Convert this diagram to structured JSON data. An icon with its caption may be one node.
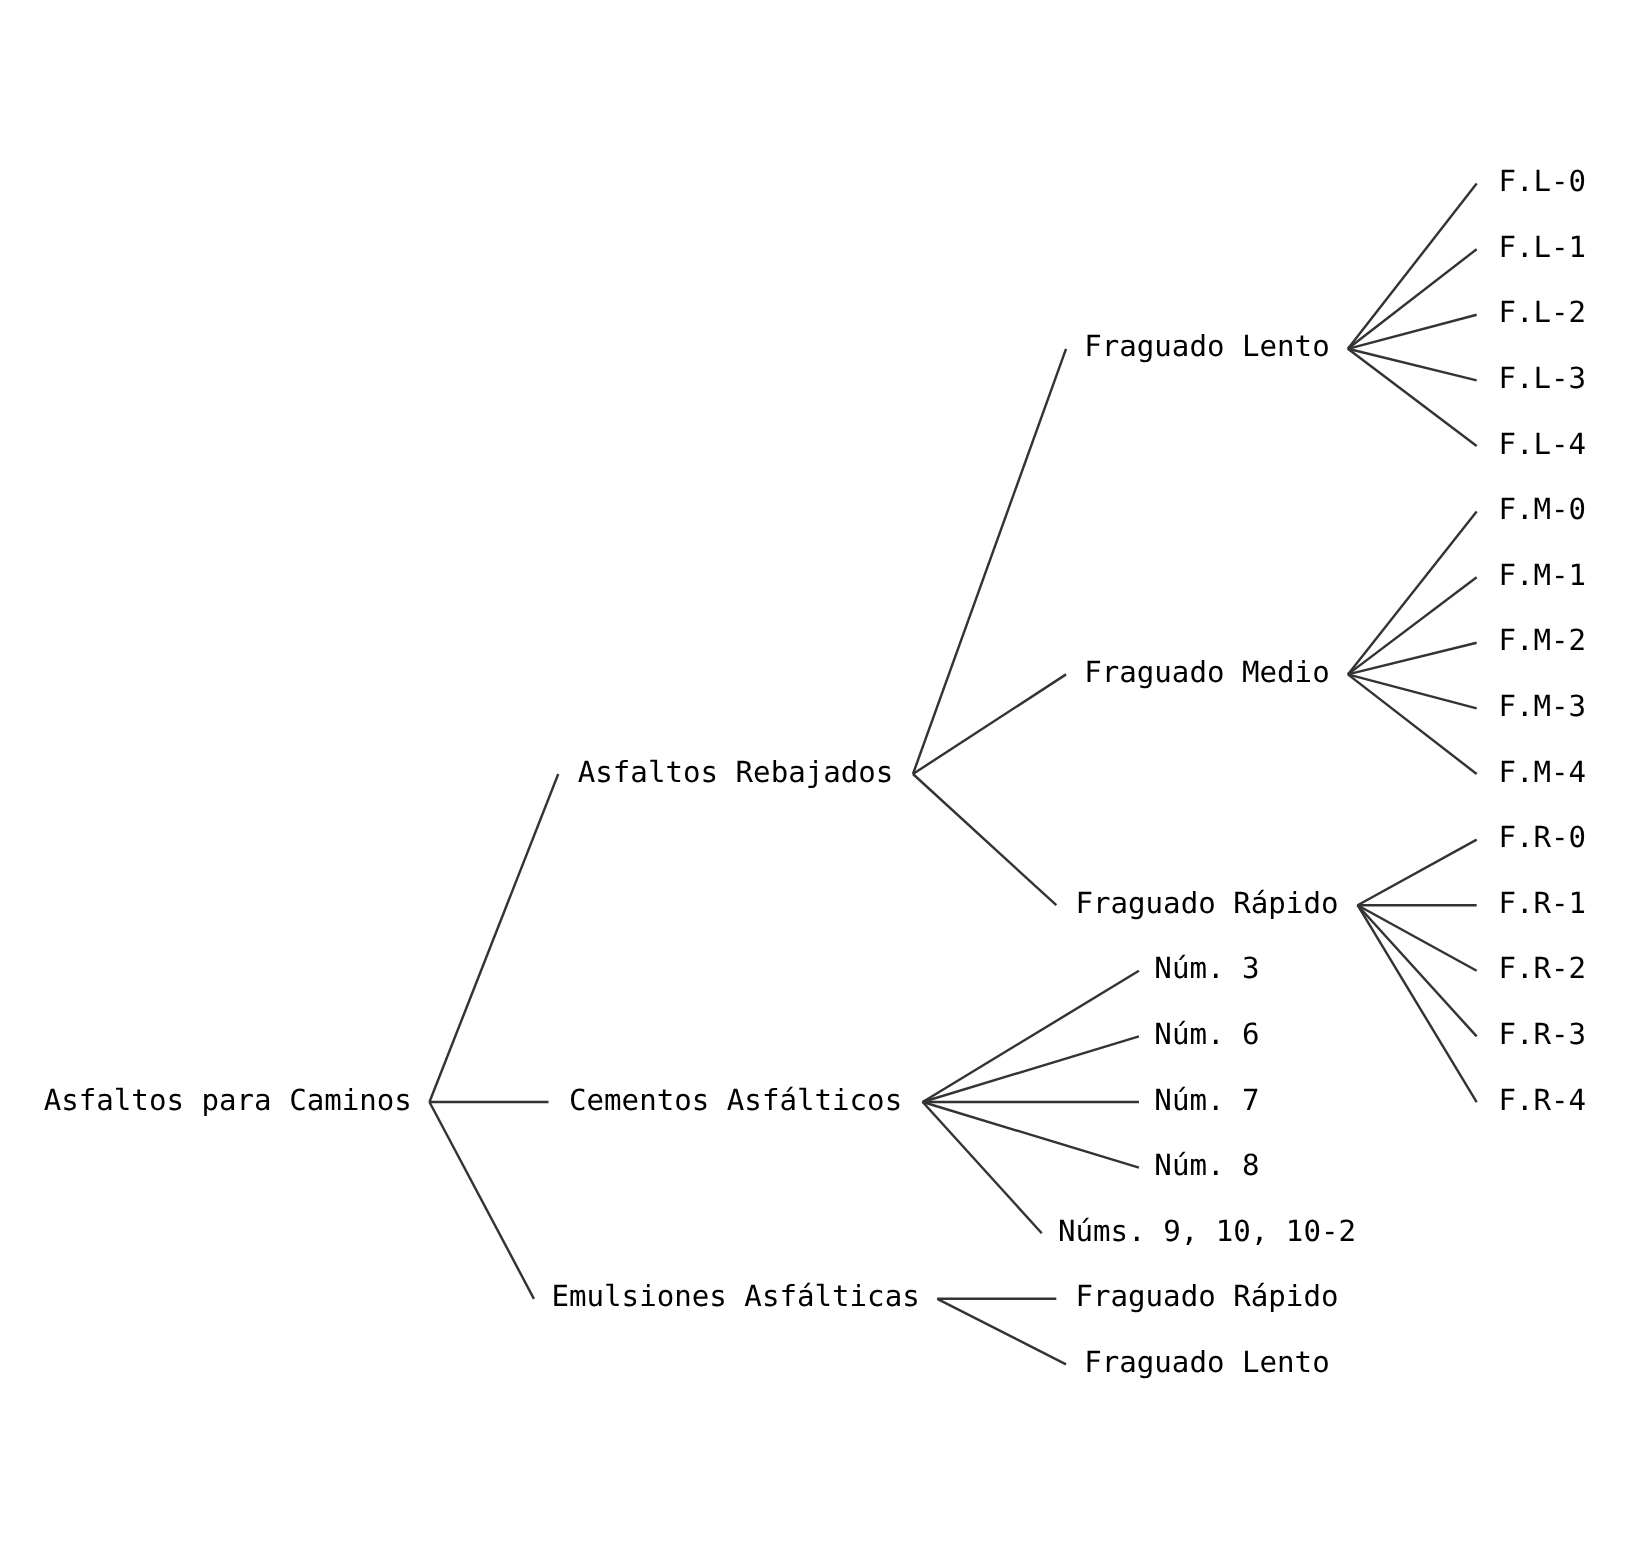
{
  "diagram": {
    "nodes": [
      {
        "text": [
          "Asfaltos para Caminos"
        ]
      },
      {
        "text": [
          "Asfaltos Rebajados"
        ]
      },
      {
        "text": [
          "Fraguado Lento"
        ]
      },
      {
        "text": [
          "F.L-0"
        ]
      },
      {
        "text": [
          "F.L-1"
        ]
      },
      {
        "text": [
          "F.L-2"
        ]
      },
      {
        "text": [
          "F.L-3"
        ]
      },
      {
        "text": [
          "F.L-4"
        ]
      },
      {
        "text": [
          "Fraguado Medio"
        ]
      },
      {
        "text": [
          "F.M-0"
        ]
      },
      {
        "text": [
          "F.M-1"
        ]
      },
      {
        "text": [
          "F.M-2"
        ]
      },
      {
        "text": [
          "F.M-3"
        ]
      },
      {
        "text": [
          "F.M-4"
        ]
      },
      {
        "text": [
          "Fraguado Rápido"
        ]
      },
      {
        "text": [
          "F.R-0"
        ]
      },
      {
        "text": [
          "F.R-1"
        ]
      },
      {
        "text": [
          "F.R-2"
        ]
      },
      {
        "text": [
          "F.R-3"
        ]
      },
      {
        "text": [
          "F.R-4"
        ]
      },
      {
        "text": [
          "Cementos Asfálticos"
        ]
      },
      {
        "text": [
          "Núm. 3"
        ]
      },
      {
        "text": [
          "Núm. 6"
        ]
      },
      {
        "text": [
          "Núm. 7"
        ]
      },
      {
        "text": [
          "Núm. 8"
        ]
      },
      {
        "text": [
          "Núms. 9, 10, 10-2"
        ]
      },
      {
        "text": [
          "Emulsiones Asfálticas"
        ]
      },
      {
        "text": [
          "Fraguado Rápido"
        ]
      },
      {
        "text": [
          "Fraguado Lento"
        ]
      }
    ],
    "edges": [
      {
        "from": 0,
        "to": 1,
        "arrow": "none"
      },
      {
        "from": 1,
        "to": 2,
        "arrow": "none"
      },
      {
        "from": 2,
        "to": 3,
        "arrow": "none"
      },
      {
        "from": 2,
        "to": 4,
        "arrow": "none"
      },
      {
        "from": 2,
        "to": 5,
        "arrow": "none"
      },
      {
        "from": 2,
        "to": 6,
        "arrow": "none"
      },
      {
        "from": 2,
        "to": 7,
        "arrow": "none"
      },
      {
        "from": 1,
        "to": 8,
        "arrow": "none"
      },
      {
        "from": 8,
        "to": 9,
        "arrow": "none"
      },
      {
        "from": 8,
        "to": 10,
        "arrow": "none"
      },
      {
        "from": 8,
        "to": 11,
        "arrow": "none"
      },
      {
        "from": 8,
        "to": 12,
        "arrow": "none"
      },
      {
        "from": 8,
        "to": 13,
        "arrow": "none"
      },
      {
        "from": 1,
        "to": 14,
        "arrow": "none"
      },
      {
        "from": 14,
        "to": 15,
        "arrow": "none"
      },
      {
        "from": 14,
        "to": 16,
        "arrow": "none"
      },
      {
        "from": 14,
        "to": 17,
        "arrow": "none"
      },
      {
        "from": 14,
        "to": 18,
        "arrow": "none"
      },
      {
        "from": 14,
        "to": 19,
        "arrow": "none"
      },
      {
        "from": 0,
        "to": 20,
        "arrow": "none"
      },
      {
        "from": 20,
        "to": 21,
        "arrow": "none"
      },
      {
        "from": 20,
        "to": 22,
        "arrow": "none"
      },
      {
        "from": 20,
        "to": 23,
        "arrow": "none"
      },
      {
        "from": 20,
        "to": 24,
        "arrow": "none"
      },
      {
        "from": 20,
        "to": 25,
        "arrow": "none"
      },
      {
        "from": 0,
        "to": 26,
        "arrow": "none"
      },
      {
        "from": 26,
        "to": 27,
        "arrow": "none"
      },
      {
        "from": 26,
        "to": 28,
        "arrow": "none"
      }
    ]
  }
}
